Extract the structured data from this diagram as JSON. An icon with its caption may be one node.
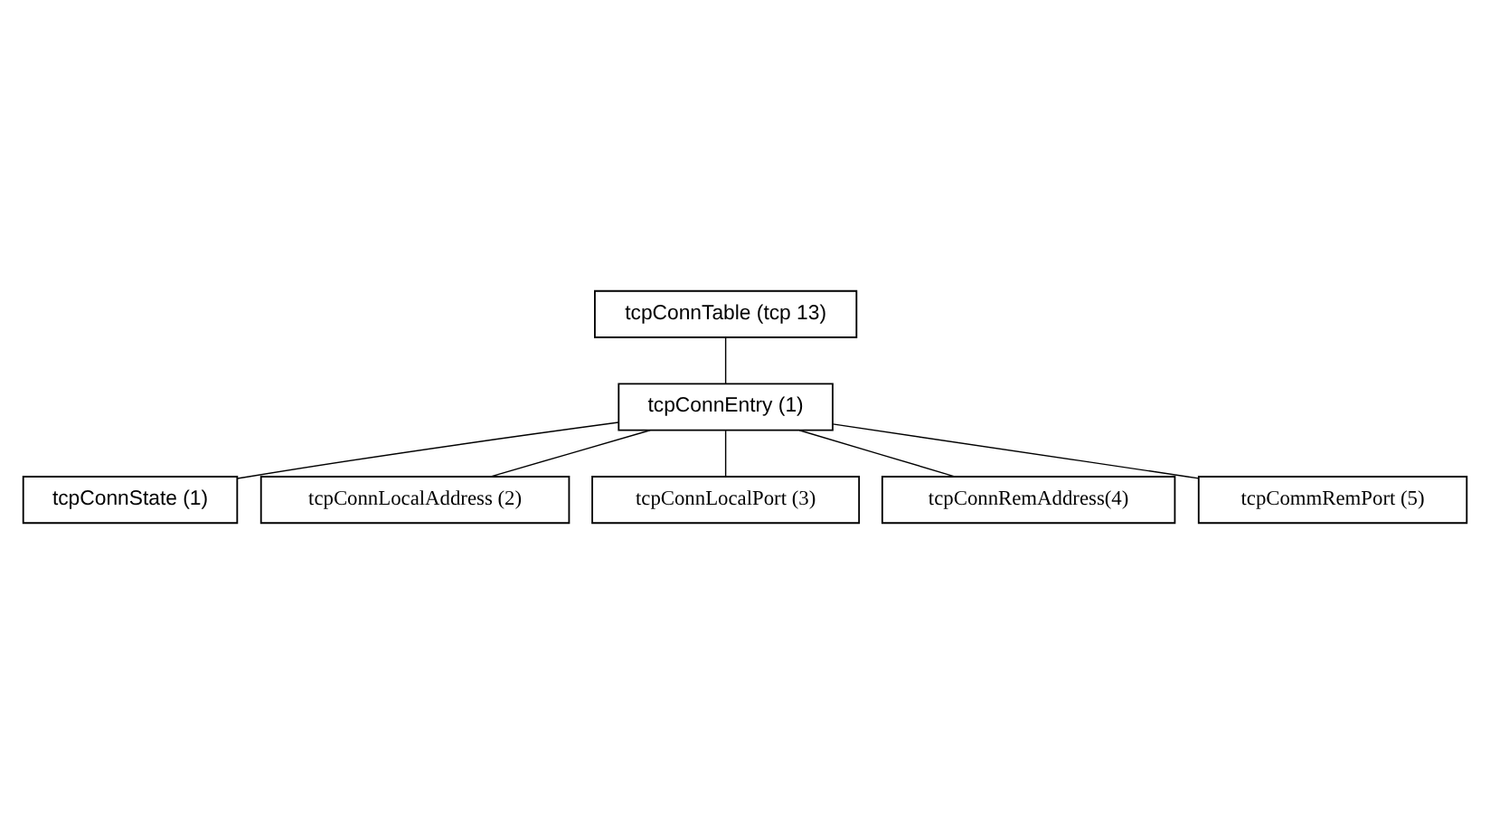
{
  "diagram": {
    "nodes": [
      {
        "text": [
          "tcpConnTable (tcp 13)"
        ]
      },
      {
        "text": [
          "tcpConnEntry (1)"
        ]
      },
      {
        "text": [
          "tcpConnState (1)"
        ]
      },
      {
        "text": [
          "tcpCommRemPort (5)"
        ]
      },
      {
        "text": [
          "tcpConnLocalAddress (2)"
        ]
      },
      {
        "text": [
          "tcpConnRemAddress(4)"
        ]
      },
      {
        "text": [
          "tcpConnLocalPort (3)"
        ]
      }
    ],
    "edges": [
      {
        "from": 0,
        "to": 1,
        "arrow": "none"
      },
      {
        "from": 1,
        "to": 2,
        "arrow": "none"
      },
      {
        "from": 1,
        "to": 4,
        "arrow": "none"
      },
      {
        "from": 1,
        "to": 6,
        "arrow": "none"
      },
      {
        "from": 1,
        "to": 5,
        "arrow": "none"
      },
      {
        "from": 1,
        "to": 3,
        "arrow": "none"
      }
    ]
  }
}
